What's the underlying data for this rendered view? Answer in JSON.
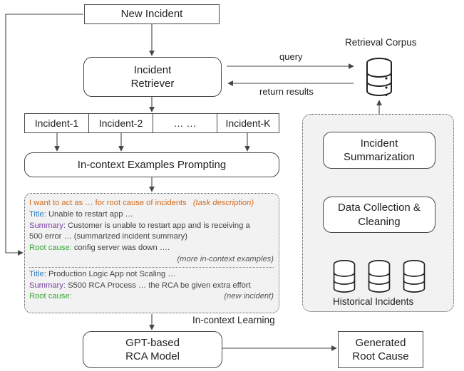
{
  "nodes": {
    "new_incident": "New Incident",
    "retriever": "Incident\nRetriever",
    "examples_prompting": "In-context Examples Prompting",
    "rca_model": "GPT-based\nRCA Model",
    "generated_root_cause": "Generated\nRoot Cause",
    "retrieval_corpus": "Retrieval Corpus",
    "summarization": "Incident\nSummarization",
    "data_collection": "Data Collection &\nCleaning",
    "historical_incidents": "Historical Incidents"
  },
  "incident_cells": [
    "Incident-1",
    "Incident-2",
    "… …",
    "Incident-K"
  ],
  "edge_labels": {
    "query": "query",
    "return_results": "return results",
    "in_context_learning": "In-context Learning"
  },
  "prompt": {
    "task_line": "I want to act as … for root cause of incidents",
    "task_note": "(task description)",
    "ex1_title_key": "Title:",
    "ex1_title": "Unable to restart app …",
    "ex1_summary_key": "Summary:",
    "ex1_summary_a": "Customer is unable to restart app and is receiving a",
    "ex1_summary_b": "500 error … (summarized incident summary)",
    "ex1_root_key": "Root cause:",
    "ex1_root": "config server was down ….",
    "more_examples": "(more in-context examples)",
    "ex2_title_key": "Title:",
    "ex2_title": "Production Logic App not Scaling …",
    "ex2_summary_key": "Summary:",
    "ex2_summary": "S500 RCA Process … the RCA be given extra effort",
    "ex2_root_key": "Root cause:",
    "new_incident_note": "(new incident)"
  },
  "colors": {
    "task": "#d46a1c",
    "title": "#2d80c7",
    "summary": "#7a3fa0",
    "root_cause": "#3aa635",
    "border": "#4a4a4a",
    "panel_fill": "#f2f2f2"
  },
  "icons": [
    "database-icon"
  ]
}
